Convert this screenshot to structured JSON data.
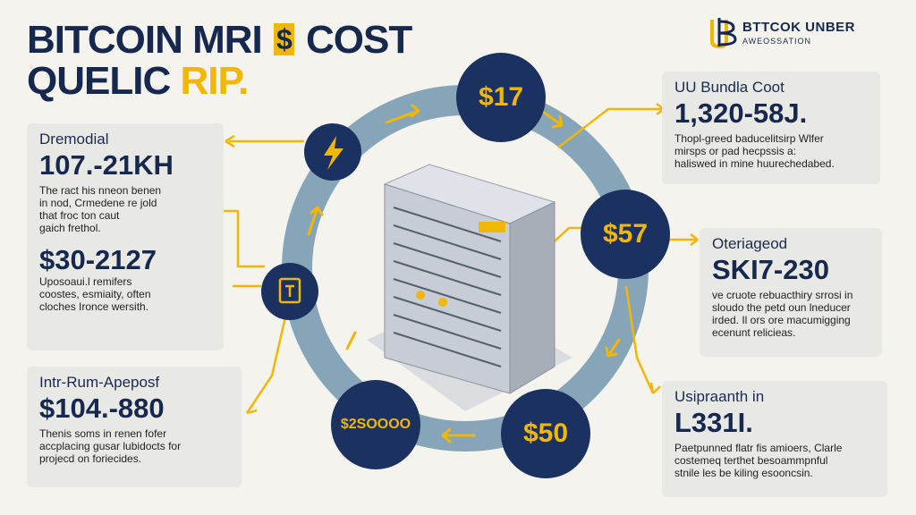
{
  "title": {
    "line1_a": "BITCOIN MRI",
    "line1_dollar": "$",
    "line1_b": "COST",
    "line2_a": "QUELIC",
    "line2_accent": "RIP."
  },
  "brand": {
    "name": "BTTCOK UNBER",
    "sub": "AWEOSSATION"
  },
  "cards": {
    "left_top": {
      "label": "Dremodial",
      "value": "107.-21KH",
      "desc": "The ract his nneon benen\nin nod, Crmedene re jold\nthat froc ton caut\ngaich frethol.",
      "value2": "$30-2127",
      "desc2": "Uposoaui.l remifers\ncoostes, esmiaity, often\ncloches Ironce wersith."
    },
    "left_bottom": {
      "label": "Intr-Rum-Apeposf",
      "value": "$104.-880",
      "desc": "Thenis soms in renen fofer\naccplacing gusar lubidocts for\nprojecd on foriecides."
    },
    "right_top": {
      "label": "UU Bundla Coot",
      "value": "1,320-58J.",
      "desc": "Thopl-greed baducelitsirp Wlfer\nmirsps or pad hecpssis a:\nhaliswed in mine huurechedabed."
    },
    "right_mid": {
      "label": "Oteriageod",
      "value": "SKI7-230",
      "desc": "ve cruote rebuacthiry srrosi in\nsloudo the petd oun lneducer\nirded. Il ors ore macumigging\necenunt relicieas."
    },
    "right_bottom": {
      "label": "Usipraanth in",
      "value": "L331I.",
      "desc": "Paetpunned flatr fis amioers, Clarle\ncostemeq terthet besoammpnful\nstnile les be kiling esooncsin."
    }
  },
  "nodes": {
    "top": "$17",
    "right": "$57",
    "bottom_right": "$50",
    "bottom_left": "$2SOOOO"
  },
  "icons": [
    "lightning-icon",
    "doc-icon"
  ],
  "colors": {
    "navy": "#1b3160",
    "gold": "#f2b705",
    "ring": "#86a5b8",
    "bg": "#f4f3ee",
    "card": "#e8e8e4"
  }
}
